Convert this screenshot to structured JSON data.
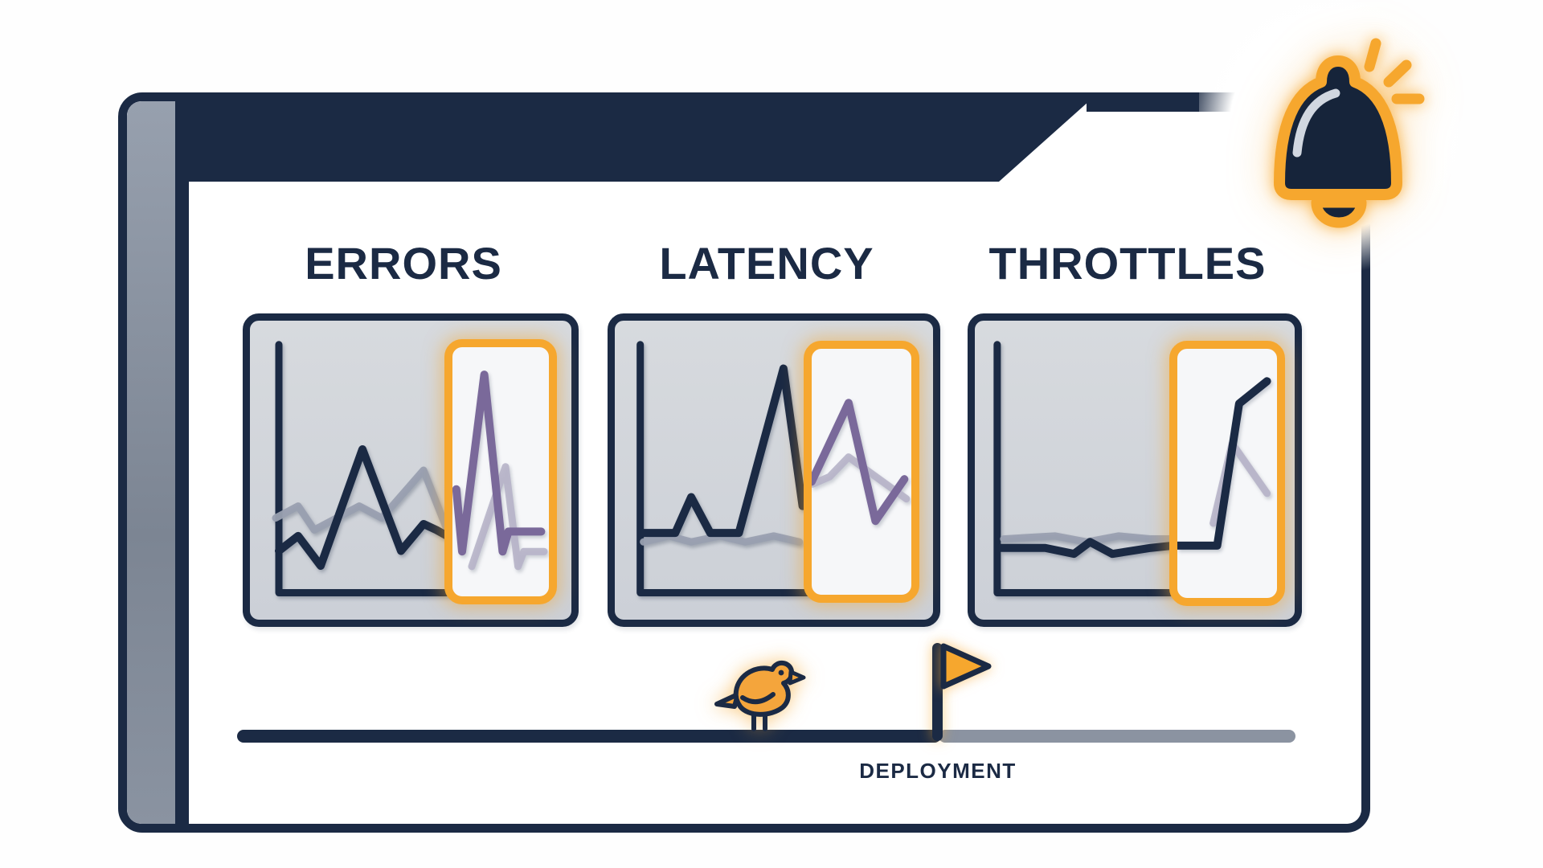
{
  "colors": {
    "navy": "#1b2a44",
    "orange": "#f6a72e",
    "gray": "#99a0b0",
    "purple": "#7a699a",
    "lavender": "#b6b3c8",
    "timeline_gray": "#8b93a1",
    "bird_orange": "#f4a53c",
    "panel_bg": "#d3d6dc",
    "highlight_bg": "#f6f7f9"
  },
  "header": {
    "bell_icon": "alarm-bell"
  },
  "panels": [
    {
      "title": "ERRORS",
      "axis": [
        [
          9,
          8
        ],
        [
          9,
          91
        ],
        [
          64,
          91
        ]
      ],
      "series": [
        {
          "color": "gray",
          "width": 9,
          "opacity": 0.95,
          "points": [
            [
              8,
              66
            ],
            [
              15,
              62
            ],
            [
              20,
              70
            ],
            [
              34,
              62
            ],
            [
              41,
              66
            ],
            [
              54,
              50
            ],
            [
              61,
              69
            ]
          ]
        },
        {
          "color": "navy",
          "width": 10,
          "points": [
            [
              9,
              77
            ],
            [
              15,
              72
            ],
            [
              22,
              82
            ],
            [
              35,
              43
            ],
            [
              47,
              77
            ],
            [
              54,
              68
            ],
            [
              58,
              70
            ],
            [
              63,
              73
            ]
          ]
        }
      ],
      "highlight_series": [
        {
          "color": "lavender",
          "width": 9,
          "opacity": 0.9,
          "points": [
            [
              20,
              88
            ],
            [
              55,
              48
            ],
            [
              68,
              88
            ],
            [
              74,
              82
            ],
            [
              95,
              82
            ]
          ]
        },
        {
          "color": "purple",
          "width": 10,
          "points": [
            [
              4,
              57
            ],
            [
              10,
              82
            ],
            [
              33,
              11
            ],
            [
              52,
              82
            ],
            [
              58,
              74
            ],
            [
              92,
              74
            ]
          ]
        }
      ]
    },
    {
      "title": "LATENCY",
      "axis": [
        [
          8,
          8
        ],
        [
          8,
          91
        ],
        [
          61,
          91
        ]
      ],
      "series": [
        {
          "color": "gray",
          "width": 9,
          "opacity": 0.95,
          "points": [
            [
              9,
              74
            ],
            [
              17,
              72
            ],
            [
              24,
              74
            ],
            [
              33,
              72
            ],
            [
              41,
              74
            ],
            [
              50,
              72
            ],
            [
              58,
              74
            ]
          ]
        },
        {
          "color": "navy",
          "width": 10,
          "points": [
            [
              9,
              71
            ],
            [
              19,
              71
            ],
            [
              24,
              59
            ],
            [
              30,
              71
            ],
            [
              39,
              71
            ],
            [
              53,
              16
            ],
            [
              59,
              62
            ]
          ]
        }
      ],
      "highlight_series": [
        {
          "color": "lavender",
          "width": 9,
          "opacity": 0.9,
          "points": [
            [
              1,
              55
            ],
            [
              18,
              52
            ],
            [
              37,
              44
            ],
            [
              95,
              61
            ]
          ]
        },
        {
          "color": "purple",
          "width": 10,
          "points": [
            [
              0,
              54
            ],
            [
              37,
              22
            ],
            [
              64,
              70
            ],
            [
              93,
              53
            ]
          ]
        }
      ]
    },
    {
      "title": "THROTTLES",
      "axis": [
        [
          7,
          8
        ],
        [
          7,
          91
        ],
        [
          62,
          91
        ]
      ],
      "series": [
        {
          "color": "gray",
          "width": 9,
          "opacity": 0.95,
          "points": [
            [
              9,
              73
            ],
            [
              25,
              72
            ],
            [
              35,
              74
            ],
            [
              45,
              72
            ],
            [
              55,
              73
            ],
            [
              62,
              73
            ]
          ]
        },
        {
          "color": "navy",
          "width": 10,
          "points": [
            [
              8,
              76
            ],
            [
              22,
              76
            ],
            [
              31,
              78
            ],
            [
              36,
              74
            ],
            [
              43,
              78
            ],
            [
              55,
              76
            ],
            [
              64,
              75
            ]
          ]
        }
      ],
      "highlight_series": [
        {
          "color": "lavender",
          "width": 9,
          "opacity": 0.9,
          "points": [
            [
              36,
              70
            ],
            [
              55,
              38
            ],
            [
              90,
              58
            ]
          ]
        },
        {
          "color": "navy",
          "width": 10,
          "points": [
            [
              0,
              79
            ],
            [
              40,
              79
            ],
            [
              62,
              22
            ],
            [
              90,
              13
            ]
          ]
        }
      ]
    }
  ],
  "timeline": {
    "deployment_label": "DEPLOYMENT",
    "bird_icon": "canary-bird",
    "flag_icon": "deployment-flag"
  }
}
